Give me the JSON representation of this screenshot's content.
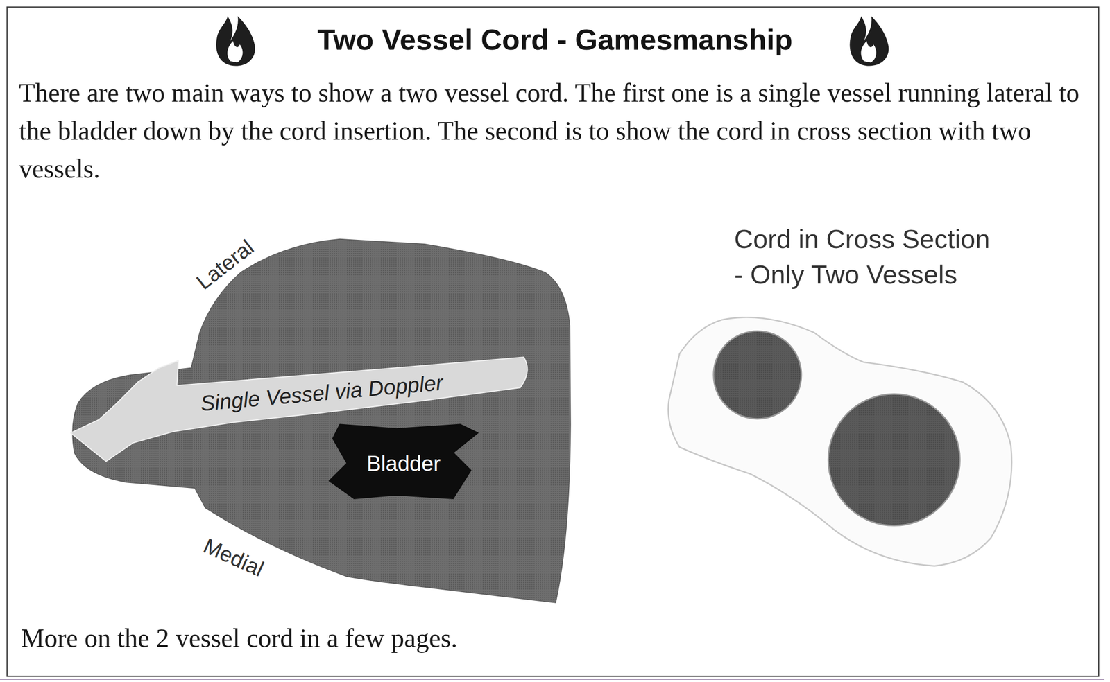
{
  "diagram": {
    "title": "Two Vessel Cord - Gamesmanship",
    "nodes": [
      {
        "text": [
          "Single Vessel via Doppler"
        ]
      },
      {
        "text": [
          "Bladder"
        ]
      }
    ],
    "labels": [
      "There are two main ways to show a two vessel cord.  The first one is a single vessel running lateral to the bladder down by the cord insertion. The second is to show the cord in cross section with two vessels.",
      "Lateral",
      "Medial",
      "Cord in Cross Section - Only Two Vessels",
      "More on the 2 vessel cord in a few pages."
    ]
  }
}
